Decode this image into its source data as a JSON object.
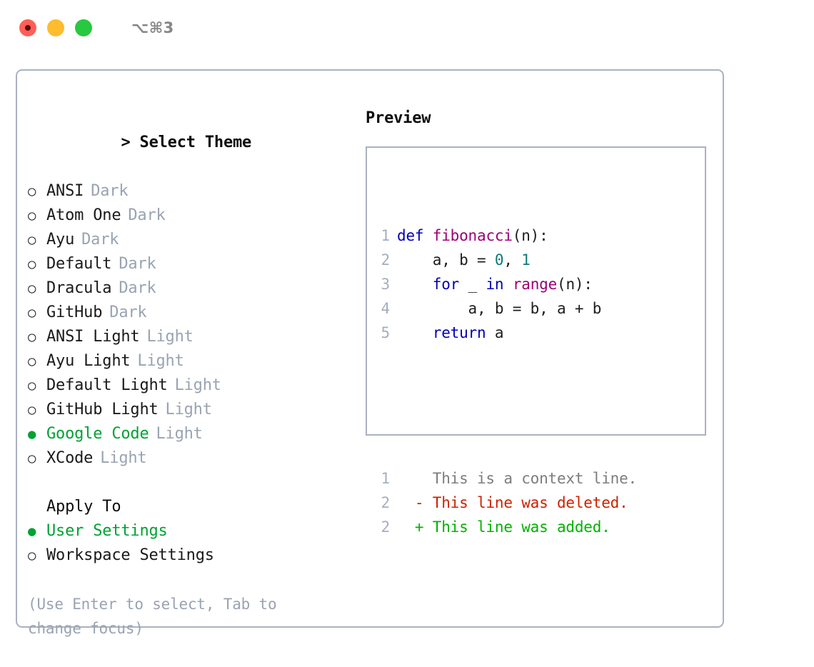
{
  "window": {
    "traffic_lights": [
      "close-red",
      "minimize-yellow",
      "maximize-green"
    ],
    "shortcut_label": "⌥⌘3",
    "colors": {
      "red": "#ff5f57",
      "yellow": "#febc2e",
      "green": "#28c840",
      "panel_border": "#a9b2c1",
      "accent_green": "#00a233",
      "muted": "#9aa3b2"
    }
  },
  "theme_picker": {
    "prompt_marker": ">",
    "header": "Select Theme",
    "bullet_unselected": "○",
    "bullet_selected": "●",
    "items": [
      {
        "name": "ANSI",
        "variant": "Dark",
        "selected": false
      },
      {
        "name": "Atom One",
        "variant": "Dark",
        "selected": false
      },
      {
        "name": "Ayu",
        "variant": "Dark",
        "selected": false
      },
      {
        "name": "Default",
        "variant": "Dark",
        "selected": false
      },
      {
        "name": "Dracula",
        "variant": "Dark",
        "selected": false
      },
      {
        "name": "GitHub",
        "variant": "Dark",
        "selected": false
      },
      {
        "name": "ANSI Light",
        "variant": "Light",
        "selected": false
      },
      {
        "name": "Ayu Light",
        "variant": "Light",
        "selected": false
      },
      {
        "name": "Default Light",
        "variant": "Light",
        "selected": false
      },
      {
        "name": "GitHub Light",
        "variant": "Light",
        "selected": false
      },
      {
        "name": "Google Code",
        "variant": "Light",
        "selected": true
      },
      {
        "name": "XCode",
        "variant": "Light",
        "selected": false
      }
    ]
  },
  "apply_to": {
    "header": "Apply To",
    "items": [
      {
        "name": "User Settings",
        "selected": true
      },
      {
        "name": "Workspace Settings",
        "selected": false
      }
    ]
  },
  "hint": "(Use Enter to select, Tab to change focus)",
  "preview": {
    "title": "Preview",
    "code_lines": [
      {
        "number": "1",
        "tokens": [
          {
            "text": "def ",
            "type": "keyword"
          },
          {
            "text": "fibonacci",
            "type": "function"
          },
          {
            "text": "(n):",
            "type": "punct"
          }
        ]
      },
      {
        "number": "2",
        "tokens": [
          {
            "text": "    a, b = ",
            "type": "plain"
          },
          {
            "text": "0",
            "type": "number"
          },
          {
            "text": ", ",
            "type": "plain"
          },
          {
            "text": "1",
            "type": "number"
          }
        ]
      },
      {
        "number": "3",
        "tokens": [
          {
            "text": "    ",
            "type": "plain"
          },
          {
            "text": "for",
            "type": "keyword"
          },
          {
            "text": " _ ",
            "type": "plain"
          },
          {
            "text": "in",
            "type": "keyword"
          },
          {
            "text": " ",
            "type": "plain"
          },
          {
            "text": "range",
            "type": "function"
          },
          {
            "text": "(n):",
            "type": "punct"
          }
        ]
      },
      {
        "number": "4",
        "tokens": [
          {
            "text": "        a, b = b, a + b",
            "type": "plain"
          }
        ]
      },
      {
        "number": "5",
        "tokens": [
          {
            "text": "    ",
            "type": "plain"
          },
          {
            "text": "return",
            "type": "keyword"
          },
          {
            "text": " a",
            "type": "plain"
          }
        ]
      }
    ],
    "diff_lines": [
      {
        "number": "1",
        "marker": " ",
        "text": " This is a context line.",
        "type": "context"
      },
      {
        "number": "2",
        "marker": "-",
        "text": " This line was deleted.",
        "type": "deleted"
      },
      {
        "number": "2",
        "marker": "+",
        "text": " This line was added.",
        "type": "added"
      }
    ]
  }
}
